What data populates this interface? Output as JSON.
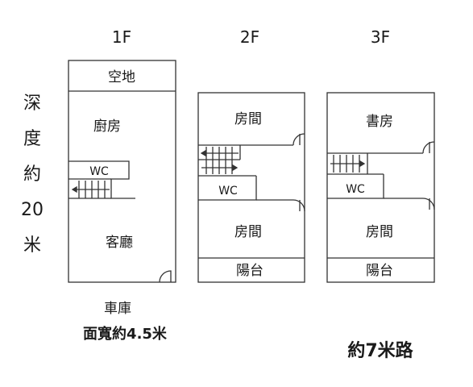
{
  "floors": {
    "f1": {
      "label": "1F",
      "rooms": {
        "yard": "空地",
        "kitchen": "廚房",
        "wc": "WC",
        "living": "客廳"
      }
    },
    "f2": {
      "label": "2F",
      "rooms": {
        "room_top": "房間",
        "wc": "WC",
        "room_bottom": "房間",
        "balcony": "陽台"
      }
    },
    "f3": {
      "label": "3F",
      "rooms": {
        "study": "書房",
        "wc": "WC",
        "room": "房間",
        "balcony": "陽台"
      }
    }
  },
  "depth": {
    "chars": [
      "深",
      "度",
      "約",
      "20",
      "米"
    ]
  },
  "garage_label": "車庫",
  "frontage_label": "面寬約4.5米",
  "road_label": "約7米路",
  "colors": {
    "line": "#333333",
    "text": "#1a1a1a"
  }
}
